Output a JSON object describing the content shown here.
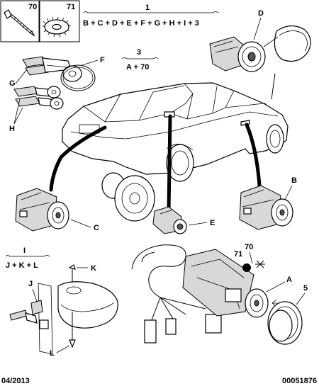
{
  "refs": {
    "p70": "70",
    "p71": "71",
    "p1": "1",
    "p1_formula": "B + C + D + E + F + G + H + I + 3",
    "p3": "3",
    "p3_formula": "A + 70",
    "D": "D",
    "F": "F",
    "G": "G",
    "H": "H",
    "B": "B",
    "C": "C",
    "E": "E",
    "I": "I",
    "I_formula": "J + K + L",
    "K": "K",
    "J": "J",
    "L": "L",
    "p71b": "71",
    "p70b": "70",
    "A": "A",
    "p5": "5"
  },
  "footer": {
    "date": "04/2013",
    "code": "00051876"
  }
}
